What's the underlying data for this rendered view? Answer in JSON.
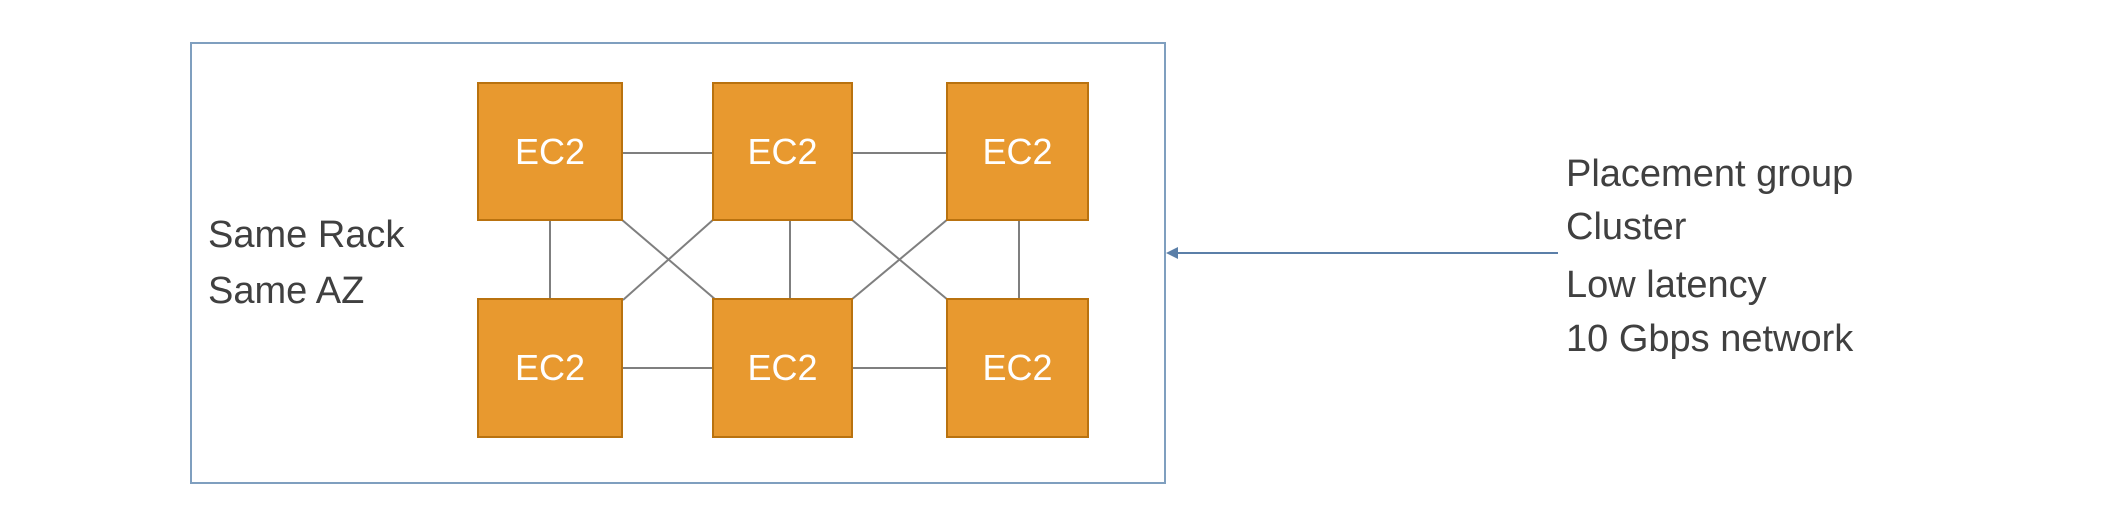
{
  "left_labels": [
    "Same Rack",
    "Same AZ"
  ],
  "ec2_label": "EC2",
  "right_labels": [
    "Placement group",
    "Cluster",
    "Low latency",
    "10 Gbps network"
  ],
  "colors": {
    "ec2_fill": "#e8992f",
    "ec2_border": "#b9720f",
    "box_border": "#7f9fbf",
    "link_line": "#7f7f7f",
    "arrow": "#5b7fa8",
    "text": "#404040"
  }
}
